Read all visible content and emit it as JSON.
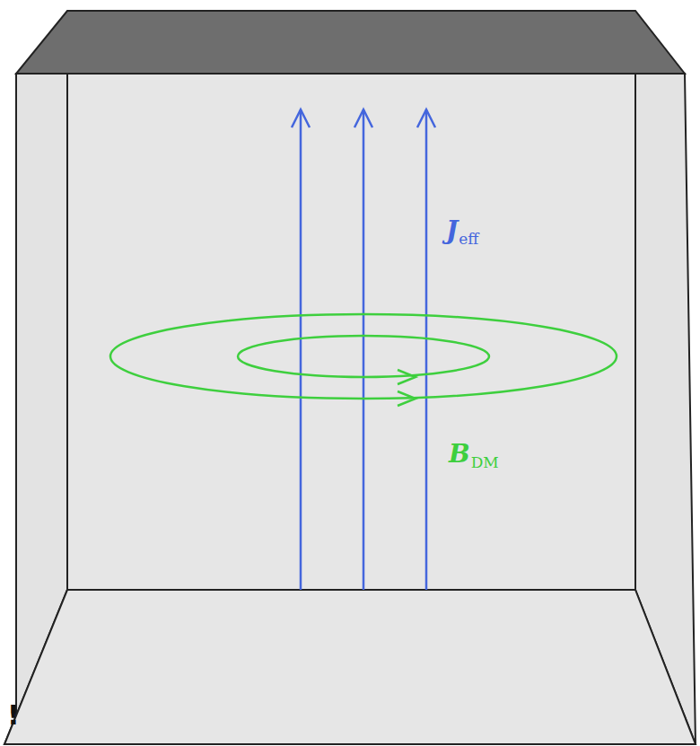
{
  "diagram": {
    "labels": [
      "J",
      "eff",
      "B",
      "DM",
      "!"
    ]
  }
}
